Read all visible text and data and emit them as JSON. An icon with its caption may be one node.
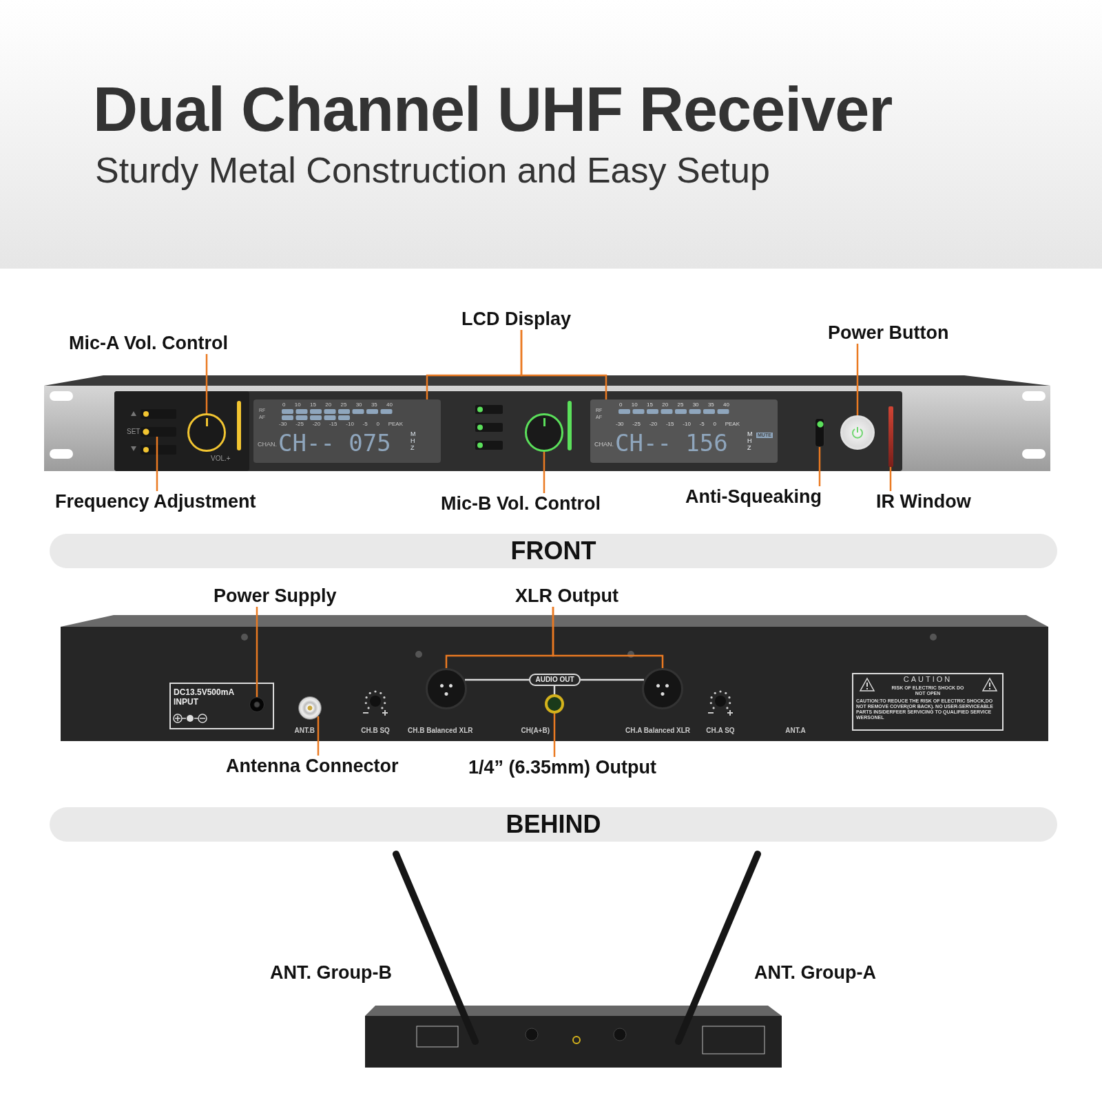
{
  "diagram": {
    "title": "Dual Channel UHF Receiver",
    "nodes": [
      {
        "text": [
          "Mic-A Vol. Control"
        ]
      },
      {
        "text": [
          "LCD Display"
        ]
      },
      {
        "text": [
          "Power Button"
        ]
      },
      {
        "text": [],
        "shape": "circle",
        "beside": [
          "VOL.+"
        ]
      },
      {
        "text": [],
        "shape": "box"
      },
      {
        "text": [],
        "shape": "box"
      },
      {
        "text": [],
        "shape": "circle"
      },
      {
        "text": [],
        "shape": "bar",
        "beside": [
          "SET"
        ]
      },
      {
        "text": [],
        "shape": "circle"
      },
      {
        "text": [],
        "shape": "box"
      },
      {
        "text": [],
        "shape": "bar"
      },
      {
        "text": [
          "Frequency Adjustment"
        ]
      },
      {
        "text": [
          "Mic-B Vol. Control"
        ]
      },
      {
        "text": [
          "Anti-Squeaking"
        ]
      },
      {
        "text": [
          "IR Window"
        ]
      },
      {
        "text": [
          "Power Supply"
        ]
      },
      {
        "text": [
          "XLR Output"
        ]
      },
      {
        "text": [],
        "shape": "circle"
      },
      {
        "text": [],
        "shape": "circle"
      },
      {
        "text": [],
        "shape": "circle"
      },
      {
        "text": [
          "AUDIO OUT"
        ]
      },
      {
        "text": [],
        "shape": "circle"
      },
      {
        "text": [],
        "shape": "circle"
      },
      {
        "text": [
          "Antenna Connector"
        ]
      },
      {
        "text": [
          "1/4” (6.35mm) Output"
        ]
      }
    ],
    "edges": [
      {
        "from": 0,
        "to": 3,
        "arrow": "none"
      },
      {
        "from": 1,
        "to": 4,
        "arrow": "none"
      },
      {
        "from": 1,
        "to": 5,
        "arrow": "none"
      },
      {
        "from": 2,
        "to": 6,
        "arrow": "none"
      },
      {
        "from": 11,
        "to": 7,
        "arrow": "none"
      },
      {
        "from": 12,
        "to": 8,
        "arrow": "none"
      },
      {
        "from": 13,
        "to": 9,
        "arrow": "none"
      },
      {
        "from": 14,
        "to": 10,
        "arrow": "none"
      },
      {
        "from": 15,
        "to": 17,
        "arrow": "none"
      },
      {
        "from": 16,
        "to": 18,
        "arrow": "none"
      },
      {
        "from": 16,
        "to": 19,
        "arrow": "none"
      },
      {
        "from": 20,
        "to": 18,
        "arrow": "none",
        "color": "#dddddd"
      },
      {
        "from": 20,
        "to": 19,
        "arrow": "none",
        "color": "#dddddd"
      },
      {
        "from": 20,
        "to": 22,
        "arrow": "none",
        "color": "#dddddd"
      },
      {
        "from": 23,
        "to": 21,
        "arrow": "none"
      },
      {
        "from": 24,
        "to": 22,
        "arrow": "none"
      }
    ],
    "labels": [
      "Sturdy Metal Construction and Easy Setup",
      "RF",
      "AF",
      "0 10 15 20 25 30 35 40",
      "-30 -25 -20 -15 -10 -5 0 PEAK",
      "CHAN.",
      "CH-- 075",
      "MHZ",
      "RF",
      "AF",
      "0 10 15 20 25 30 35 40",
      "-30 -25 -20 -15 -10 -5 0 PEAK",
      "CHAN.",
      "CH-- 156",
      "MHZ",
      "MUTE",
      "FRONT",
      "DC13.5V500mA INPUT",
      "ANT.B",
      "CH.B SQ",
      "CH.B Balanced XLR",
      "CH(A+B)",
      "CH.A Balanced XLR",
      "CH.A SQ",
      "ANT.A",
      "CAUTION",
      "RISK OF ELECTRIC SHOCK DO NOT OPEN",
      "CAUTION:TO REDUCE THE RISK OF ELECTRIC SHOCK,DO NOT REMOVE COVER(OR BACK). NO USER-SERVICEABLE PARTS INSIDERFEER SERVICING TO QUALIFIED SERVICE WERSONEL",
      "BEHIND",
      "ANT. Group-B",
      "ANT. Group-A"
    ]
  }
}
